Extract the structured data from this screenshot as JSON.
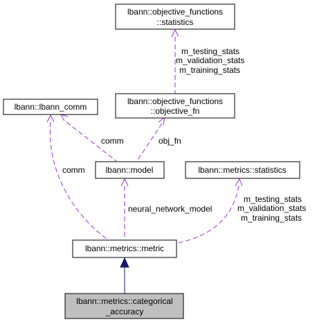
{
  "nodes": {
    "statistics_obj": {
      "line1": "lbann::objective_functions",
      "line2": "::statistics"
    },
    "objective_fn": {
      "line1": "lbann::objective_functions",
      "line2": "::objective_fn"
    },
    "lbann_comm": {
      "label": "lbann::lbann_comm"
    },
    "model": {
      "label": "lbann::model"
    },
    "metrics_stats": {
      "label": "lbann::metrics::statistics"
    },
    "metric": {
      "label": "lbann::metrics::metric"
    },
    "categorical": {
      "line1": "lbann::metrics::categorical",
      "line2": "_accuracy"
    }
  },
  "edges": {
    "stats_to_objfn": {
      "lines": [
        "m_testing_stats",
        "m_validation_stats",
        "m_training_stats"
      ]
    },
    "comm_to_model": {
      "label": "comm"
    },
    "objfn_to_model": {
      "label": "obj_fn"
    },
    "comm_to_metric": {
      "label": "comm"
    },
    "model_to_metric": {
      "label": "neural_network_model"
    },
    "mstats_to_metric": {
      "lines": [
        "m_testing_stats",
        "m_validation_stats",
        "m_training_stats"
      ]
    }
  },
  "colors": {
    "usage_arrow": "#9a32cd",
    "inheritance_arrow": "#191970",
    "focus_node_fill": "#bfbfbf"
  }
}
